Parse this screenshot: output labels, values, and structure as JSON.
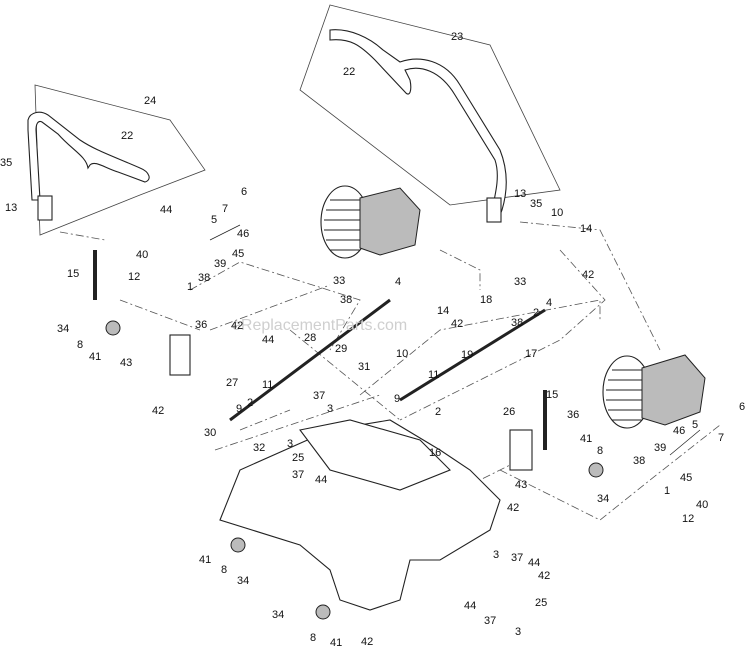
{
  "watermark": "eReplacementParts.com",
  "callouts": [
    {
      "id": "c23",
      "text": "23"
    },
    {
      "id": "c22a",
      "text": "22"
    },
    {
      "id": "c24",
      "text": "24"
    },
    {
      "id": "c22b",
      "text": "22"
    },
    {
      "id": "c35a",
      "text": "35"
    },
    {
      "id": "c13a",
      "text": "13"
    },
    {
      "id": "c13b",
      "text": "13"
    },
    {
      "id": "c35b",
      "text": "35"
    },
    {
      "id": "c10a",
      "text": "10"
    },
    {
      "id": "c14a",
      "text": "14"
    },
    {
      "id": "c44a",
      "text": "44"
    },
    {
      "id": "c6a",
      "text": "6"
    },
    {
      "id": "c5a",
      "text": "5"
    },
    {
      "id": "c7a",
      "text": "7"
    },
    {
      "id": "c46a",
      "text": "46"
    },
    {
      "id": "c45a",
      "text": "45"
    },
    {
      "id": "c40a",
      "text": "40"
    },
    {
      "id": "c12a",
      "text": "12"
    },
    {
      "id": "c38a",
      "text": "38"
    },
    {
      "id": "c39a",
      "text": "39"
    },
    {
      "id": "c1a",
      "text": "1"
    },
    {
      "id": "c15a",
      "text": "15"
    },
    {
      "id": "c33a",
      "text": "33"
    },
    {
      "id": "c4a",
      "text": "4"
    },
    {
      "id": "c38b",
      "text": "38"
    },
    {
      "id": "c33b",
      "text": "33"
    },
    {
      "id": "c42a",
      "text": "42"
    },
    {
      "id": "c18",
      "text": "18"
    },
    {
      "id": "c14b",
      "text": "14"
    },
    {
      "id": "c42b",
      "text": "42"
    },
    {
      "id": "c2a",
      "text": "2"
    },
    {
      "id": "c4b",
      "text": "4"
    },
    {
      "id": "c38c",
      "text": "38"
    },
    {
      "id": "c10b",
      "text": "10"
    },
    {
      "id": "c17",
      "text": "17"
    },
    {
      "id": "c34a",
      "text": "34"
    },
    {
      "id": "c8a",
      "text": "8"
    },
    {
      "id": "c41a",
      "text": "41"
    },
    {
      "id": "c36a",
      "text": "36"
    },
    {
      "id": "c42c",
      "text": "42"
    },
    {
      "id": "c44b",
      "text": "44"
    },
    {
      "id": "c28",
      "text": "28"
    },
    {
      "id": "c29",
      "text": "29"
    },
    {
      "id": "c43a",
      "text": "43"
    },
    {
      "id": "c27",
      "text": "27"
    },
    {
      "id": "c19",
      "text": "19"
    },
    {
      "id": "c31",
      "text": "31"
    },
    {
      "id": "c11a",
      "text": "11"
    },
    {
      "id": "c11b",
      "text": "11"
    },
    {
      "id": "c42d",
      "text": "42"
    },
    {
      "id": "c2b",
      "text": "2"
    },
    {
      "id": "c37a",
      "text": "37"
    },
    {
      "id": "c9a",
      "text": "9"
    },
    {
      "id": "c9b",
      "text": "9"
    },
    {
      "id": "c2c",
      "text": "2"
    },
    {
      "id": "c3a",
      "text": "3"
    },
    {
      "id": "c30",
      "text": "30"
    },
    {
      "id": "c32",
      "text": "32"
    },
    {
      "id": "c3b",
      "text": "3"
    },
    {
      "id": "c25a",
      "text": "25"
    },
    {
      "id": "c37b",
      "text": "37"
    },
    {
      "id": "c44c",
      "text": "44"
    },
    {
      "id": "c15b",
      "text": "15"
    },
    {
      "id": "c26",
      "text": "26"
    },
    {
      "id": "c36b",
      "text": "36"
    },
    {
      "id": "c16",
      "text": "16"
    },
    {
      "id": "c41b",
      "text": "41"
    },
    {
      "id": "c8b",
      "text": "8"
    },
    {
      "id": "c43b",
      "text": "43"
    },
    {
      "id": "c34b",
      "text": "34"
    },
    {
      "id": "c42e",
      "text": "42"
    },
    {
      "id": "c6b",
      "text": "6"
    },
    {
      "id": "c5b",
      "text": "5"
    },
    {
      "id": "c46b",
      "text": "46"
    },
    {
      "id": "c7b",
      "text": "7"
    },
    {
      "id": "c39b",
      "text": "39"
    },
    {
      "id": "c38d",
      "text": "38"
    },
    {
      "id": "c45b",
      "text": "45"
    },
    {
      "id": "c1b",
      "text": "1"
    },
    {
      "id": "c40b",
      "text": "40"
    },
    {
      "id": "c12b",
      "text": "12"
    },
    {
      "id": "c41c",
      "text": "41"
    },
    {
      "id": "c8c",
      "text": "8"
    },
    {
      "id": "c34c",
      "text": "34"
    },
    {
      "id": "c3c",
      "text": "3"
    },
    {
      "id": "c37c",
      "text": "37"
    },
    {
      "id": "c44d",
      "text": "44"
    },
    {
      "id": "c42f",
      "text": "42"
    },
    {
      "id": "c44e",
      "text": "44"
    },
    {
      "id": "c25b",
      "text": "25"
    },
    {
      "id": "c37d",
      "text": "37"
    },
    {
      "id": "c3d",
      "text": "3"
    },
    {
      "id": "c34d",
      "text": "34"
    },
    {
      "id": "c8d",
      "text": "8"
    },
    {
      "id": "c41d",
      "text": "41"
    },
    {
      "id": "c42g",
      "text": "42"
    }
  ]
}
